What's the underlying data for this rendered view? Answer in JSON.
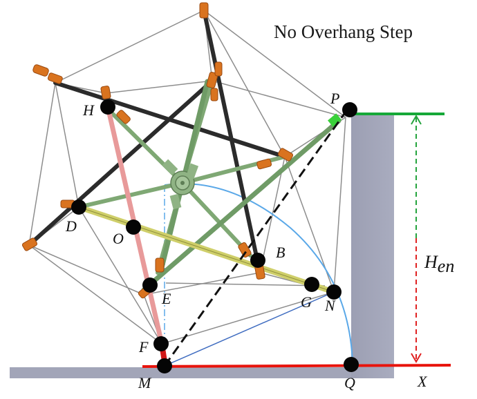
{
  "figure": {
    "title": "No Overhang Step",
    "height_label": {
      "main": "H",
      "sub": "en"
    },
    "axis_label": "X",
    "points": {
      "P": "P",
      "H": "H",
      "D": "D",
      "O": "O",
      "B": "B",
      "E": "E",
      "G": "G",
      "N": "N",
      "F": "F",
      "M": "M",
      "Q": "Q"
    },
    "colors": {
      "step_block": "#a2a5b8",
      "ground": "#a2a5b8",
      "ground_line": "#e8140c",
      "step_top_line": "#16a838",
      "height_arrow_top": "#23a33c",
      "height_arrow_bottom": "#e02020",
      "arc": "#5aa8e8",
      "strut_dark": "#2a2a2a",
      "strut_green": "#7fa874",
      "strut_pink": "#e89a9a",
      "strut_yellow": "#cfcf6a",
      "end_cap": "#d9731f",
      "cable": "#8a8a8a",
      "node": "#050505"
    }
  }
}
